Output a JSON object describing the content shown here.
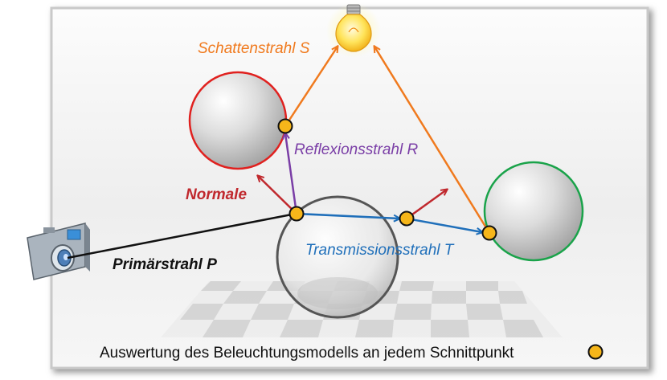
{
  "labels": {
    "shadow_ray": "Schattenstrahl S",
    "reflection_ray": "Reflexionsstrahl R",
    "normal": "Normale",
    "transmission_ray": "Transmissionsstrahl T",
    "primary_ray": "Primärstrahl P"
  },
  "caption": "Auswertung des Beleuchtungsmodells an jedem Schnittpunkt",
  "icons": {
    "light": "light-bulb-icon",
    "camera": "camera-icon",
    "intersection": "intersection-point-marker"
  },
  "colors": {
    "shadow_ray": "#f07a1e",
    "reflection_ray": "#7a3ea6",
    "normal": "#c0282d",
    "transmission_ray": "#1f6fba",
    "primary_ray": "#111111",
    "intersection_fill": "#f6b61a",
    "red_sphere_outline": "#e0211f",
    "green_sphere_outline": "#1aa34a",
    "glass_sphere_outline": "#555555"
  }
}
